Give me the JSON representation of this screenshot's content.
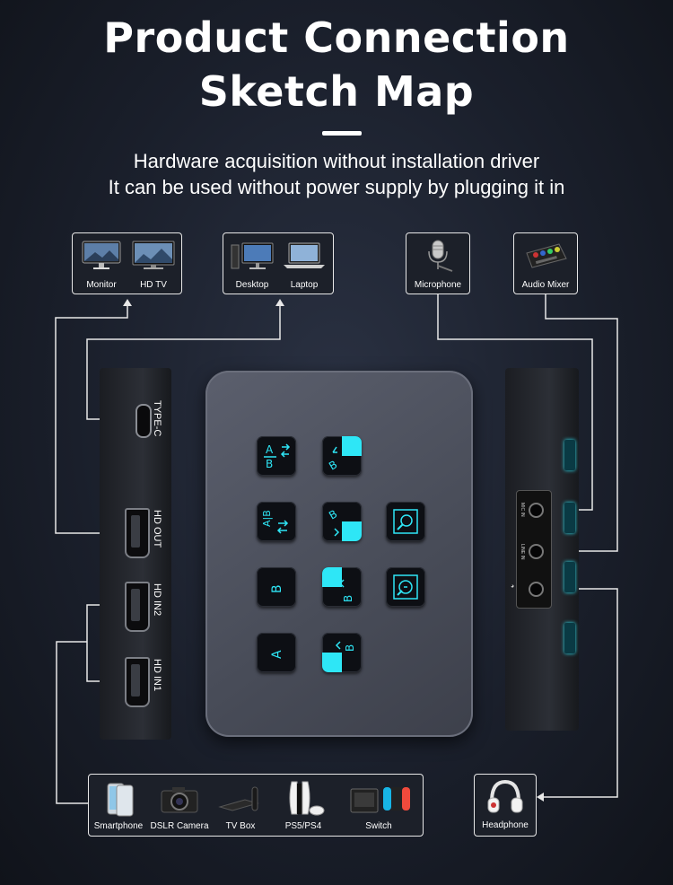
{
  "header": {
    "title_line1": "Product Connection",
    "title_line2": "Sketch Map",
    "subtitle_line1": "Hardware acquisition without installation driver",
    "subtitle_line2": "It can be used without power supply by plugging it in"
  },
  "outputs_display": [
    {
      "label": "Monitor",
      "icon": "monitor-icon"
    },
    {
      "label": "HD TV",
      "icon": "tv-icon"
    }
  ],
  "outputs_computer": [
    {
      "label": "Desktop",
      "icon": "desktop-icon"
    },
    {
      "label": "Laptop",
      "icon": "laptop-icon"
    }
  ],
  "audio_inputs": [
    {
      "label": "Microphone",
      "icon": "microphone-icon"
    },
    {
      "label": "Audio Mixer",
      "icon": "audio-mixer-icon"
    }
  ],
  "sources": [
    {
      "label": "Smartphone",
      "icon": "smartphone-icon"
    },
    {
      "label": "DSLR Camera",
      "icon": "camera-icon"
    },
    {
      "label": "TV Box",
      "icon": "tv-box-icon"
    },
    {
      "label": "PS5/PS4",
      "icon": "game-console-icon"
    },
    {
      "label": "Switch",
      "icon": "switch-console-icon"
    }
  ],
  "headphone": {
    "label": "Headphone",
    "icon": "headphone-icon"
  },
  "left_ports": {
    "typec": "TYPE-C",
    "hd_out": "HD OUT",
    "hd_in2": "HD IN2",
    "hd_in1": "HD IN1"
  },
  "right_ports": {
    "mic_in": "MIC IN",
    "line_in": "LINE IN"
  },
  "keys": {
    "ab_swap": "A B",
    "b_corner": "B",
    "b_only": "B",
    "a_only": "A"
  },
  "colors": {
    "accent": "#2ee6f6",
    "line": "#e8e8e8",
    "device": "#4b4f5b"
  }
}
